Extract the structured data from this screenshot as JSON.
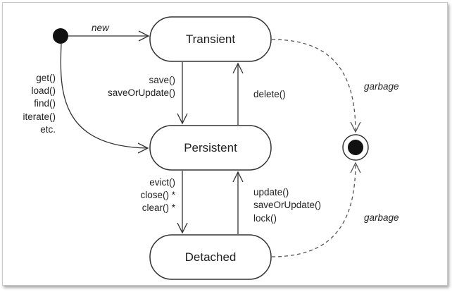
{
  "states": {
    "transient": "Transient",
    "persistent": "Persistent",
    "detached": "Detached"
  },
  "transitions": {
    "new": "new",
    "persist_ops": [
      "get()",
      "load()",
      "find()",
      "iterate()",
      "etc."
    ],
    "save_ops": [
      "save()",
      "saveOrUpdate()"
    ],
    "delete_ops": [
      "delete()"
    ],
    "detach_ops": [
      "evict()",
      "close() *",
      "clear() *"
    ],
    "reattach_ops": [
      "update()",
      "saveOrUpdate()",
      "lock()"
    ],
    "garbage_top": "garbage",
    "garbage_bottom": "garbage"
  },
  "colors": {
    "line": "#333333",
    "dashed": "#555555",
    "fill": "#ffffff",
    "node": "#111111"
  }
}
